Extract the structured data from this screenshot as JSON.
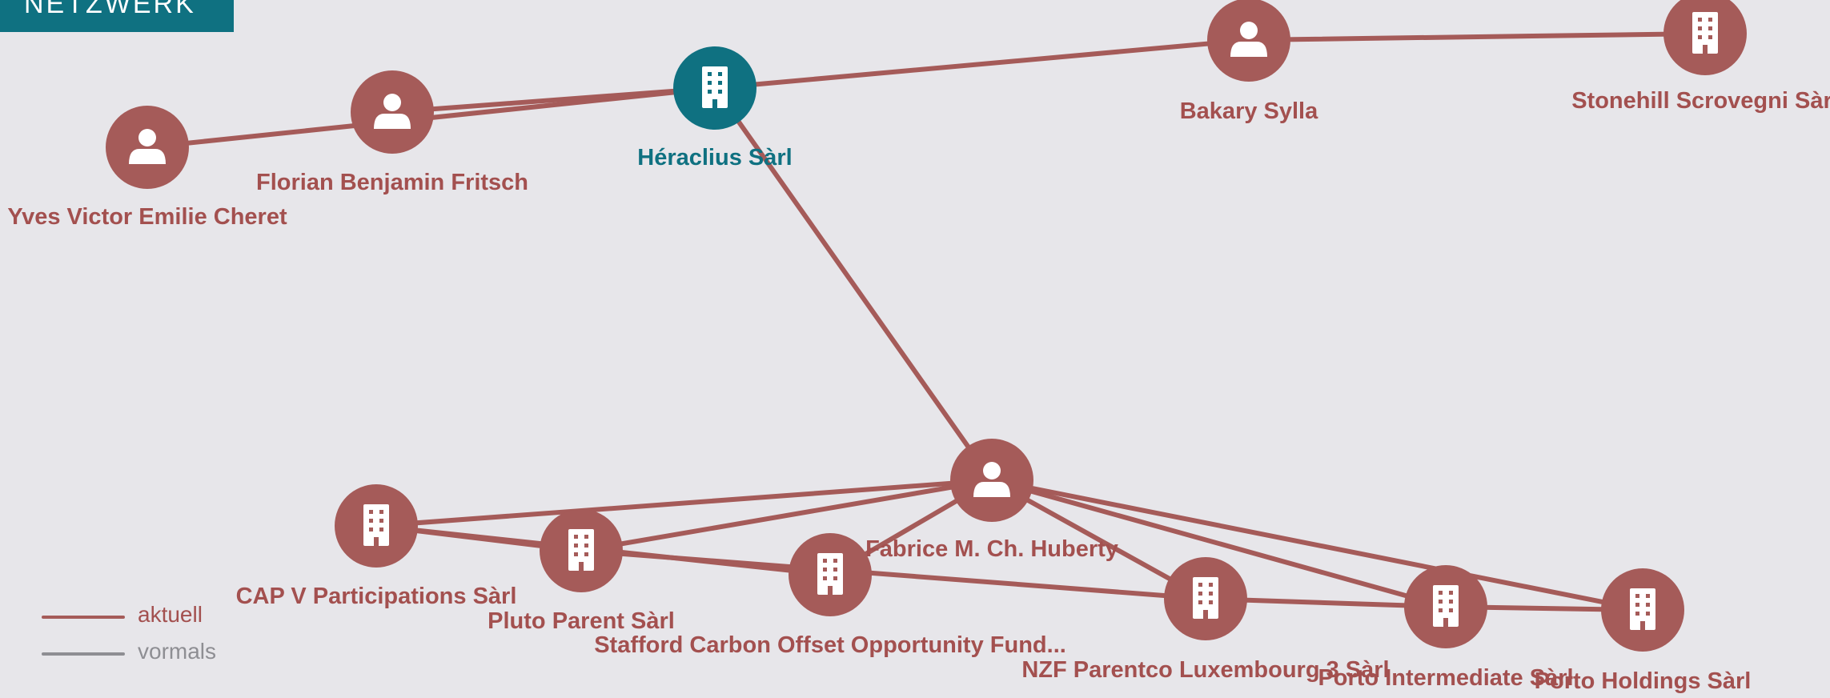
{
  "header": {
    "title": "NETZWERK"
  },
  "colors": {
    "accent": "#0f7181",
    "node": "#a55b59",
    "edge_current": "#a55b59",
    "edge_former": "#8e8e93",
    "label_current": "#a3504f",
    "label_focus": "#0f7181",
    "background": "#e7e6ea"
  },
  "legend": {
    "current_label": "aktuell",
    "former_label": "vormals"
  },
  "graph": {
    "nodes": [
      {
        "id": "yves",
        "label": "Yves Victor Emilie Cheret",
        "kind": "person",
        "focus": false
      },
      {
        "id": "florian",
        "label": "Florian Benjamin Fritsch",
        "kind": "person",
        "focus": false
      },
      {
        "id": "heraclius",
        "label": "Héraclius Sàrl",
        "kind": "company",
        "focus": true
      },
      {
        "id": "bakary",
        "label": "Bakary Sylla",
        "kind": "person",
        "focus": false
      },
      {
        "id": "stonehill",
        "label": "Stonehill Scrovegni Sàrl",
        "kind": "company",
        "focus": false
      },
      {
        "id": "fabrice",
        "label": "Fabrice M. Ch. Huberty",
        "kind": "person",
        "focus": false
      },
      {
        "id": "capv",
        "label": "CAP V Participations Sàrl",
        "kind": "company",
        "focus": false
      },
      {
        "id": "pluto",
        "label": "Pluto Parent Sàrl",
        "kind": "company",
        "focus": false
      },
      {
        "id": "stafford",
        "label": "Stafford Carbon Offset Opportunity Fund...",
        "kind": "company",
        "focus": false
      },
      {
        "id": "nzf",
        "label": "NZF Parentco Luxembourg 3 Sàrl",
        "kind": "company",
        "focus": false
      },
      {
        "id": "portoint",
        "label": "Porto Intermediate Sàrl",
        "kind": "company",
        "focus": false
      },
      {
        "id": "portohold",
        "label": "Porto Holdings Sàrl",
        "kind": "company",
        "focus": false
      }
    ],
    "edges": [
      {
        "from": "yves",
        "to": "heraclius",
        "status": "current"
      },
      {
        "from": "florian",
        "to": "heraclius",
        "status": "current"
      },
      {
        "from": "heraclius",
        "to": "bakary",
        "status": "current"
      },
      {
        "from": "bakary",
        "to": "stonehill",
        "status": "current"
      },
      {
        "from": "heraclius",
        "to": "fabrice",
        "status": "current"
      },
      {
        "from": "fabrice",
        "to": "capv",
        "status": "current"
      },
      {
        "from": "fabrice",
        "to": "pluto",
        "status": "current"
      },
      {
        "from": "fabrice",
        "to": "stafford",
        "status": "current"
      },
      {
        "from": "fabrice",
        "to": "nzf",
        "status": "current"
      },
      {
        "from": "fabrice",
        "to": "portoint",
        "status": "current"
      },
      {
        "from": "fabrice",
        "to": "portohold",
        "status": "current"
      },
      {
        "from": "capv",
        "to": "pluto",
        "status": "current"
      },
      {
        "from": "capv",
        "to": "stafford",
        "status": "current"
      },
      {
        "from": "pluto",
        "to": "nzf",
        "status": "current"
      },
      {
        "from": "nzf",
        "to": "portoint",
        "status": "current"
      },
      {
        "from": "portoint",
        "to": "portohold",
        "status": "current"
      }
    ]
  }
}
